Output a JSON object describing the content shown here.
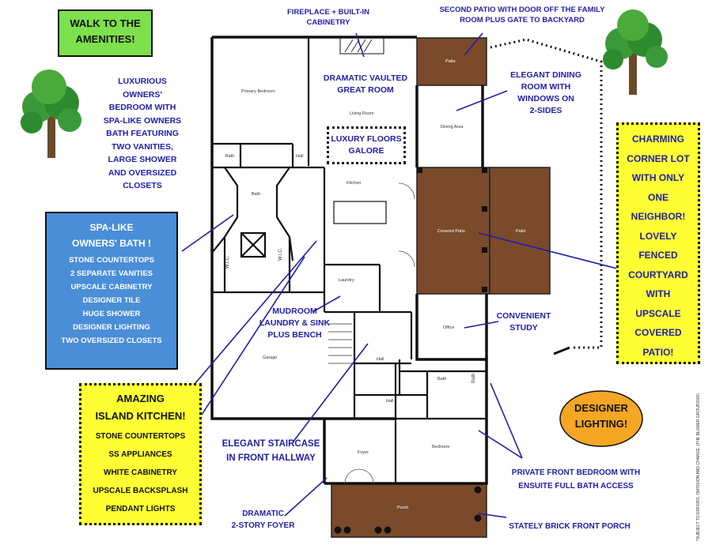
{
  "badges": {
    "walk": "WALK TO THE AMENITIES!",
    "lighting": "DESIGNER LIGHTING!"
  },
  "callouts": {
    "fireplace": [
      "FIREPLACE + BUILT-IN",
      "CABINETRY"
    ],
    "second_patio": [
      "SECOND PATIO WITH DOOR OFF THE FAMILY",
      "ROOM PLUS GATE TO BACKYARD"
    ],
    "great_room": [
      "DRAMATIC VAULTED",
      "GREAT ROOM"
    ],
    "dining": [
      "ELEGANT DINING",
      "ROOM WITH",
      "WINDOWS ON",
      "2-SIDES"
    ],
    "owners": [
      "LUXURIOUS",
      "OWNERS'",
      "BEDROOM  WITH",
      "SPA-LIKE OWNERS",
      "BATH FEATURING",
      "TWO VANITIES,",
      "LARGE SHOWER",
      "AND OVERSIZED",
      "CLOSETS"
    ],
    "luxury_floors": [
      "LUXURY FLOORS",
      "GALORE"
    ],
    "mudroom": [
      "MUDROOM",
      "LAUNDRY & SINK",
      "PLUS BENCH"
    ],
    "study": [
      "CONVENIENT",
      "STUDY"
    ],
    "staircase": [
      "ELEGANT STAIRCASE",
      "IN FRONT HALLWAY"
    ],
    "front_bedroom": [
      "PRIVATE FRONT BEDROOM WITH",
      "ENSUITE FULL BATH ACCESS"
    ],
    "foyer": [
      "DRAMATIC",
      "2-STORY FOYER"
    ],
    "porch": [
      "STATELY BRICK FRONT PORCH"
    ]
  },
  "spa_box": {
    "title": [
      "SPA-LIKE",
      "OWNERS' BATH !"
    ],
    "items": [
      "STONE  COUNTERTOPS",
      "2 SEPARATE VANITIES",
      "UPSCALE CABINETRY",
      "DESIGNER TILE",
      "HUGE SHOWER",
      "DESIGNER LIGHTING",
      "TWO OVERSIZED CLOSETS"
    ]
  },
  "island_box": {
    "title": [
      "AMAZING",
      "ISLAND KITCHEN!"
    ],
    "items": [
      "STONE COUNTERTOPS",
      "SS APPLIANCES",
      "WHITE CABINETRY",
      "UPSCALE BACKSPLASH",
      "PENDANT LIGHTS"
    ]
  },
  "corner_box": {
    "lines": [
      "CHARMING",
      "CORNER LOT",
      "WITH ONLY",
      "ONE",
      "NEIGHBOR!",
      "LOVELY",
      "FENCED",
      "COURTYARD",
      "WITH",
      "UPSCALE",
      "COVERED",
      "PATIO!"
    ]
  },
  "rooms": {
    "primary_bedroom": "Primary Bedroom",
    "living": "Living Room",
    "dining": "Dining Area",
    "kitchen": "Kitchen",
    "bath_main": "Bath",
    "bath_small": "Bath",
    "hall_top": "Hall",
    "wic_left": "W.I.C.",
    "wic_right": "W.I.C.",
    "laundry": "Laundry",
    "garage": "Garage",
    "hall_mid": "Hall",
    "hall_low": "Hall",
    "office": "Office",
    "bath_front": "Bath",
    "bath_front_v": "Bath",
    "foyer": "Foyer",
    "bedroom": "Bedroom",
    "porch": "Porch",
    "patio_top": "Patio",
    "covered_patio": "Covered Patio",
    "patio_right": "Patio"
  },
  "disclaimer": "*SUBJECT TO ERRORS, OMISSION AND CHANGE. (THE BLUMER GROUP2026)",
  "colors": {
    "callout_text": "#1f1fa8",
    "green_badge": "#7ee04c",
    "blue_box": "#4a8ed8",
    "yellow_box": "#ffff33",
    "orange_badge": "#f5a623",
    "patio": "#7a4a2a"
  }
}
